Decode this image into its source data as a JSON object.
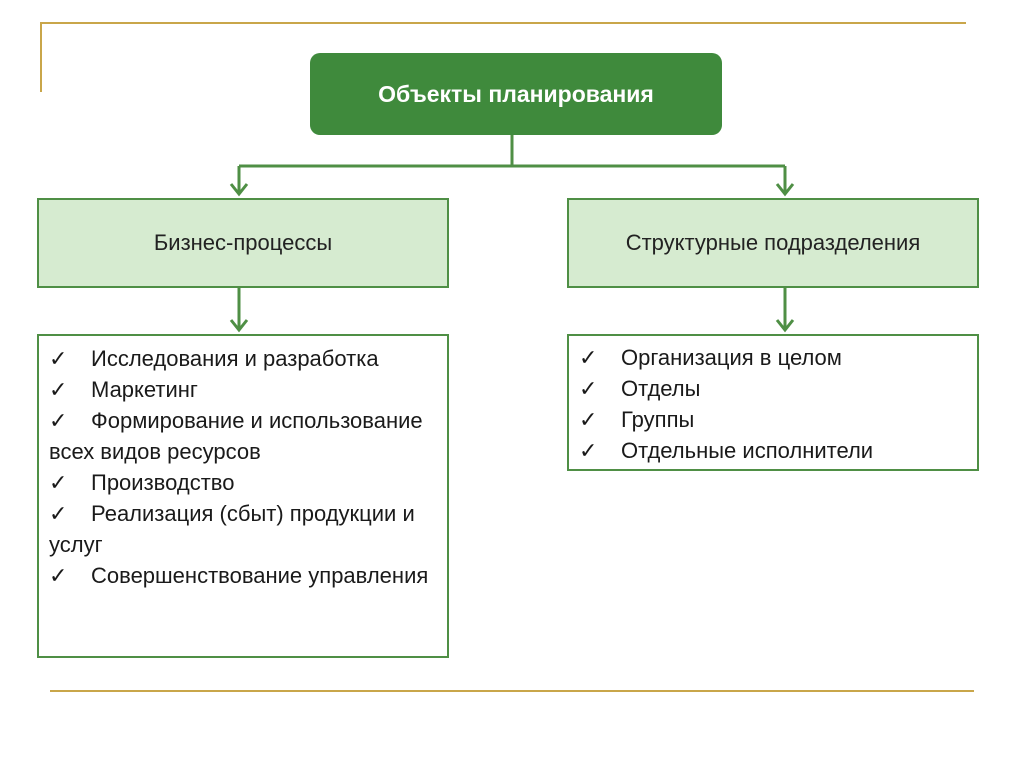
{
  "root": {
    "title": "Объекты планирования"
  },
  "left": {
    "title": "Бизнес-процессы",
    "items": [
      "Исследования и разработка",
      "Маркетинг",
      "Формирование и использование всех видов ресурсов",
      "Производство",
      "Реализация (сбыт) продукции и услуг",
      "Совершенствование управления"
    ]
  },
  "right": {
    "title": "Структурные подразделения",
    "items": [
      "Организация в целом",
      "Отделы",
      "Группы",
      "Отдельные исполнители"
    ]
  },
  "check_symbol": "✓",
  "colors": {
    "root_fill": "#3f8a3c",
    "category_fill": "#d6ebd0",
    "border_green": "#4f8f45",
    "gold_rule": "#c9a64a"
  }
}
